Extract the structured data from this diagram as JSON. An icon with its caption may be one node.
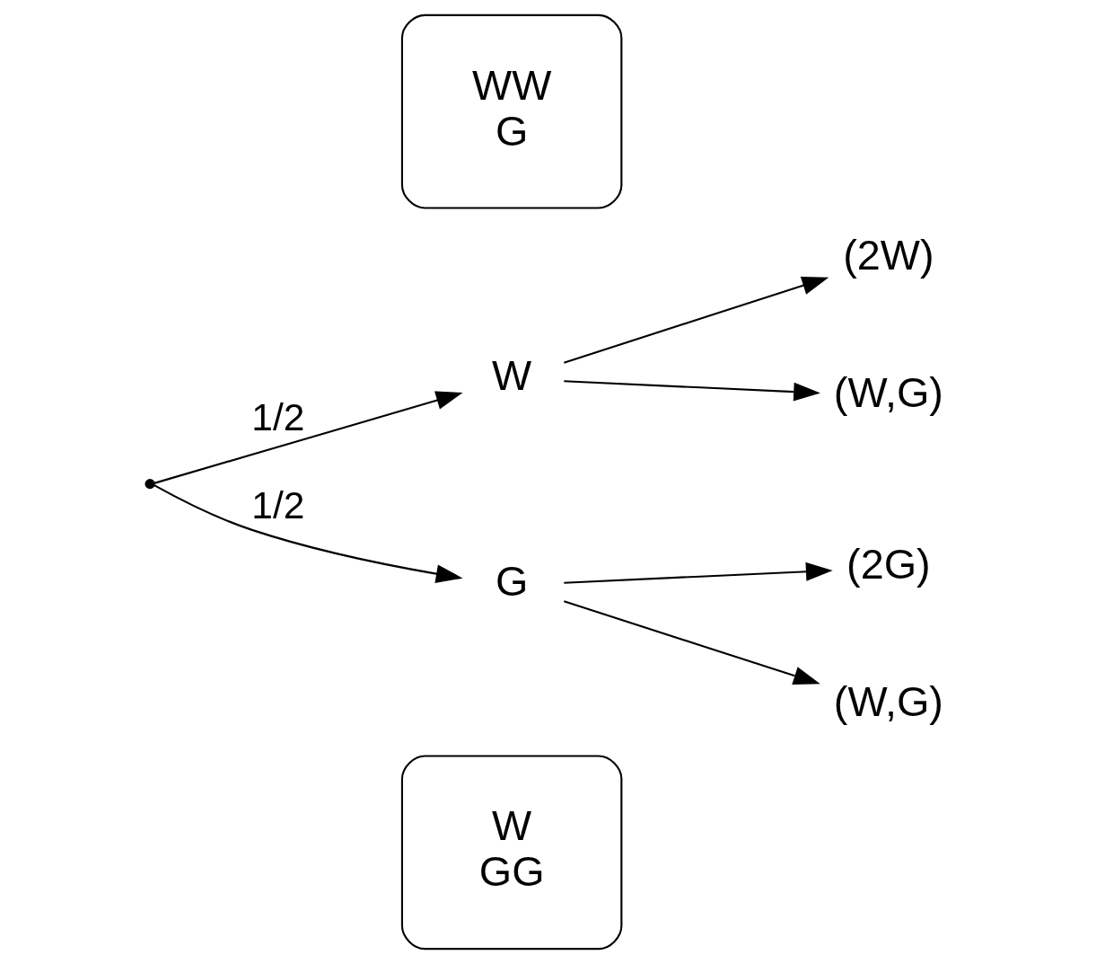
{
  "diagram": {
    "nodes": [
      {
        "text": [
          "WW",
          "G"
        ]
      },
      {
        "text": [
          "W"
        ]
      },
      {
        "text": [
          "G"
        ]
      },
      {
        "text": [
          "(2W)"
        ]
      },
      {
        "text": [
          "(W,G)"
        ]
      },
      {
        "text": [
          "(2G)"
        ]
      },
      {
        "text": [
          "(W,G)"
        ]
      },
      {
        "text": [
          "W",
          "GG"
        ]
      },
      {
        "text": [],
        "shape": "point"
      }
    ],
    "edges": [
      {
        "from": 8,
        "to": 1,
        "arrow": "to",
        "label": "1/2"
      },
      {
        "from": 8,
        "to": 2,
        "arrow": "to",
        "label": "1/2"
      },
      {
        "from": 1,
        "to": 3,
        "arrow": "to"
      },
      {
        "from": 1,
        "to": 4,
        "arrow": "to"
      },
      {
        "from": 2,
        "to": 5,
        "arrow": "to"
      },
      {
        "from": 2,
        "to": 6,
        "arrow": "to"
      }
    ]
  }
}
